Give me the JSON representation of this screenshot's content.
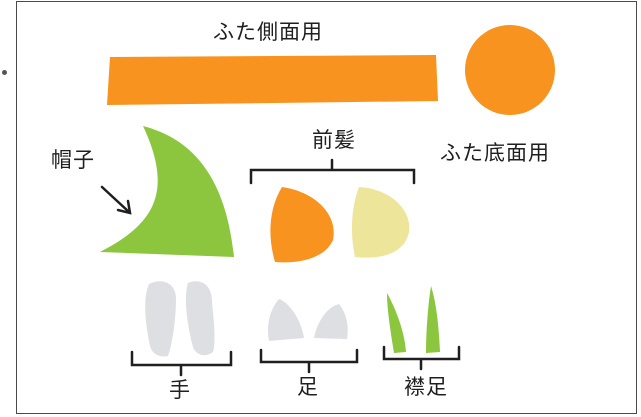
{
  "labels": {
    "lid_side": "ふた側面用",
    "lid_bottom": "ふた底面用",
    "hat": "帽子",
    "bangs": "前髪",
    "hands": "手",
    "feet": "足",
    "collar_feet": "襟足"
  },
  "colors": {
    "orange_felt": "#f7931e",
    "green_felt": "#8cc63f",
    "cream_felt": "#ede59a",
    "gray_felt": "#dedfe3",
    "ink": "#1f1f1f",
    "frame": "#4a4a4a"
  }
}
